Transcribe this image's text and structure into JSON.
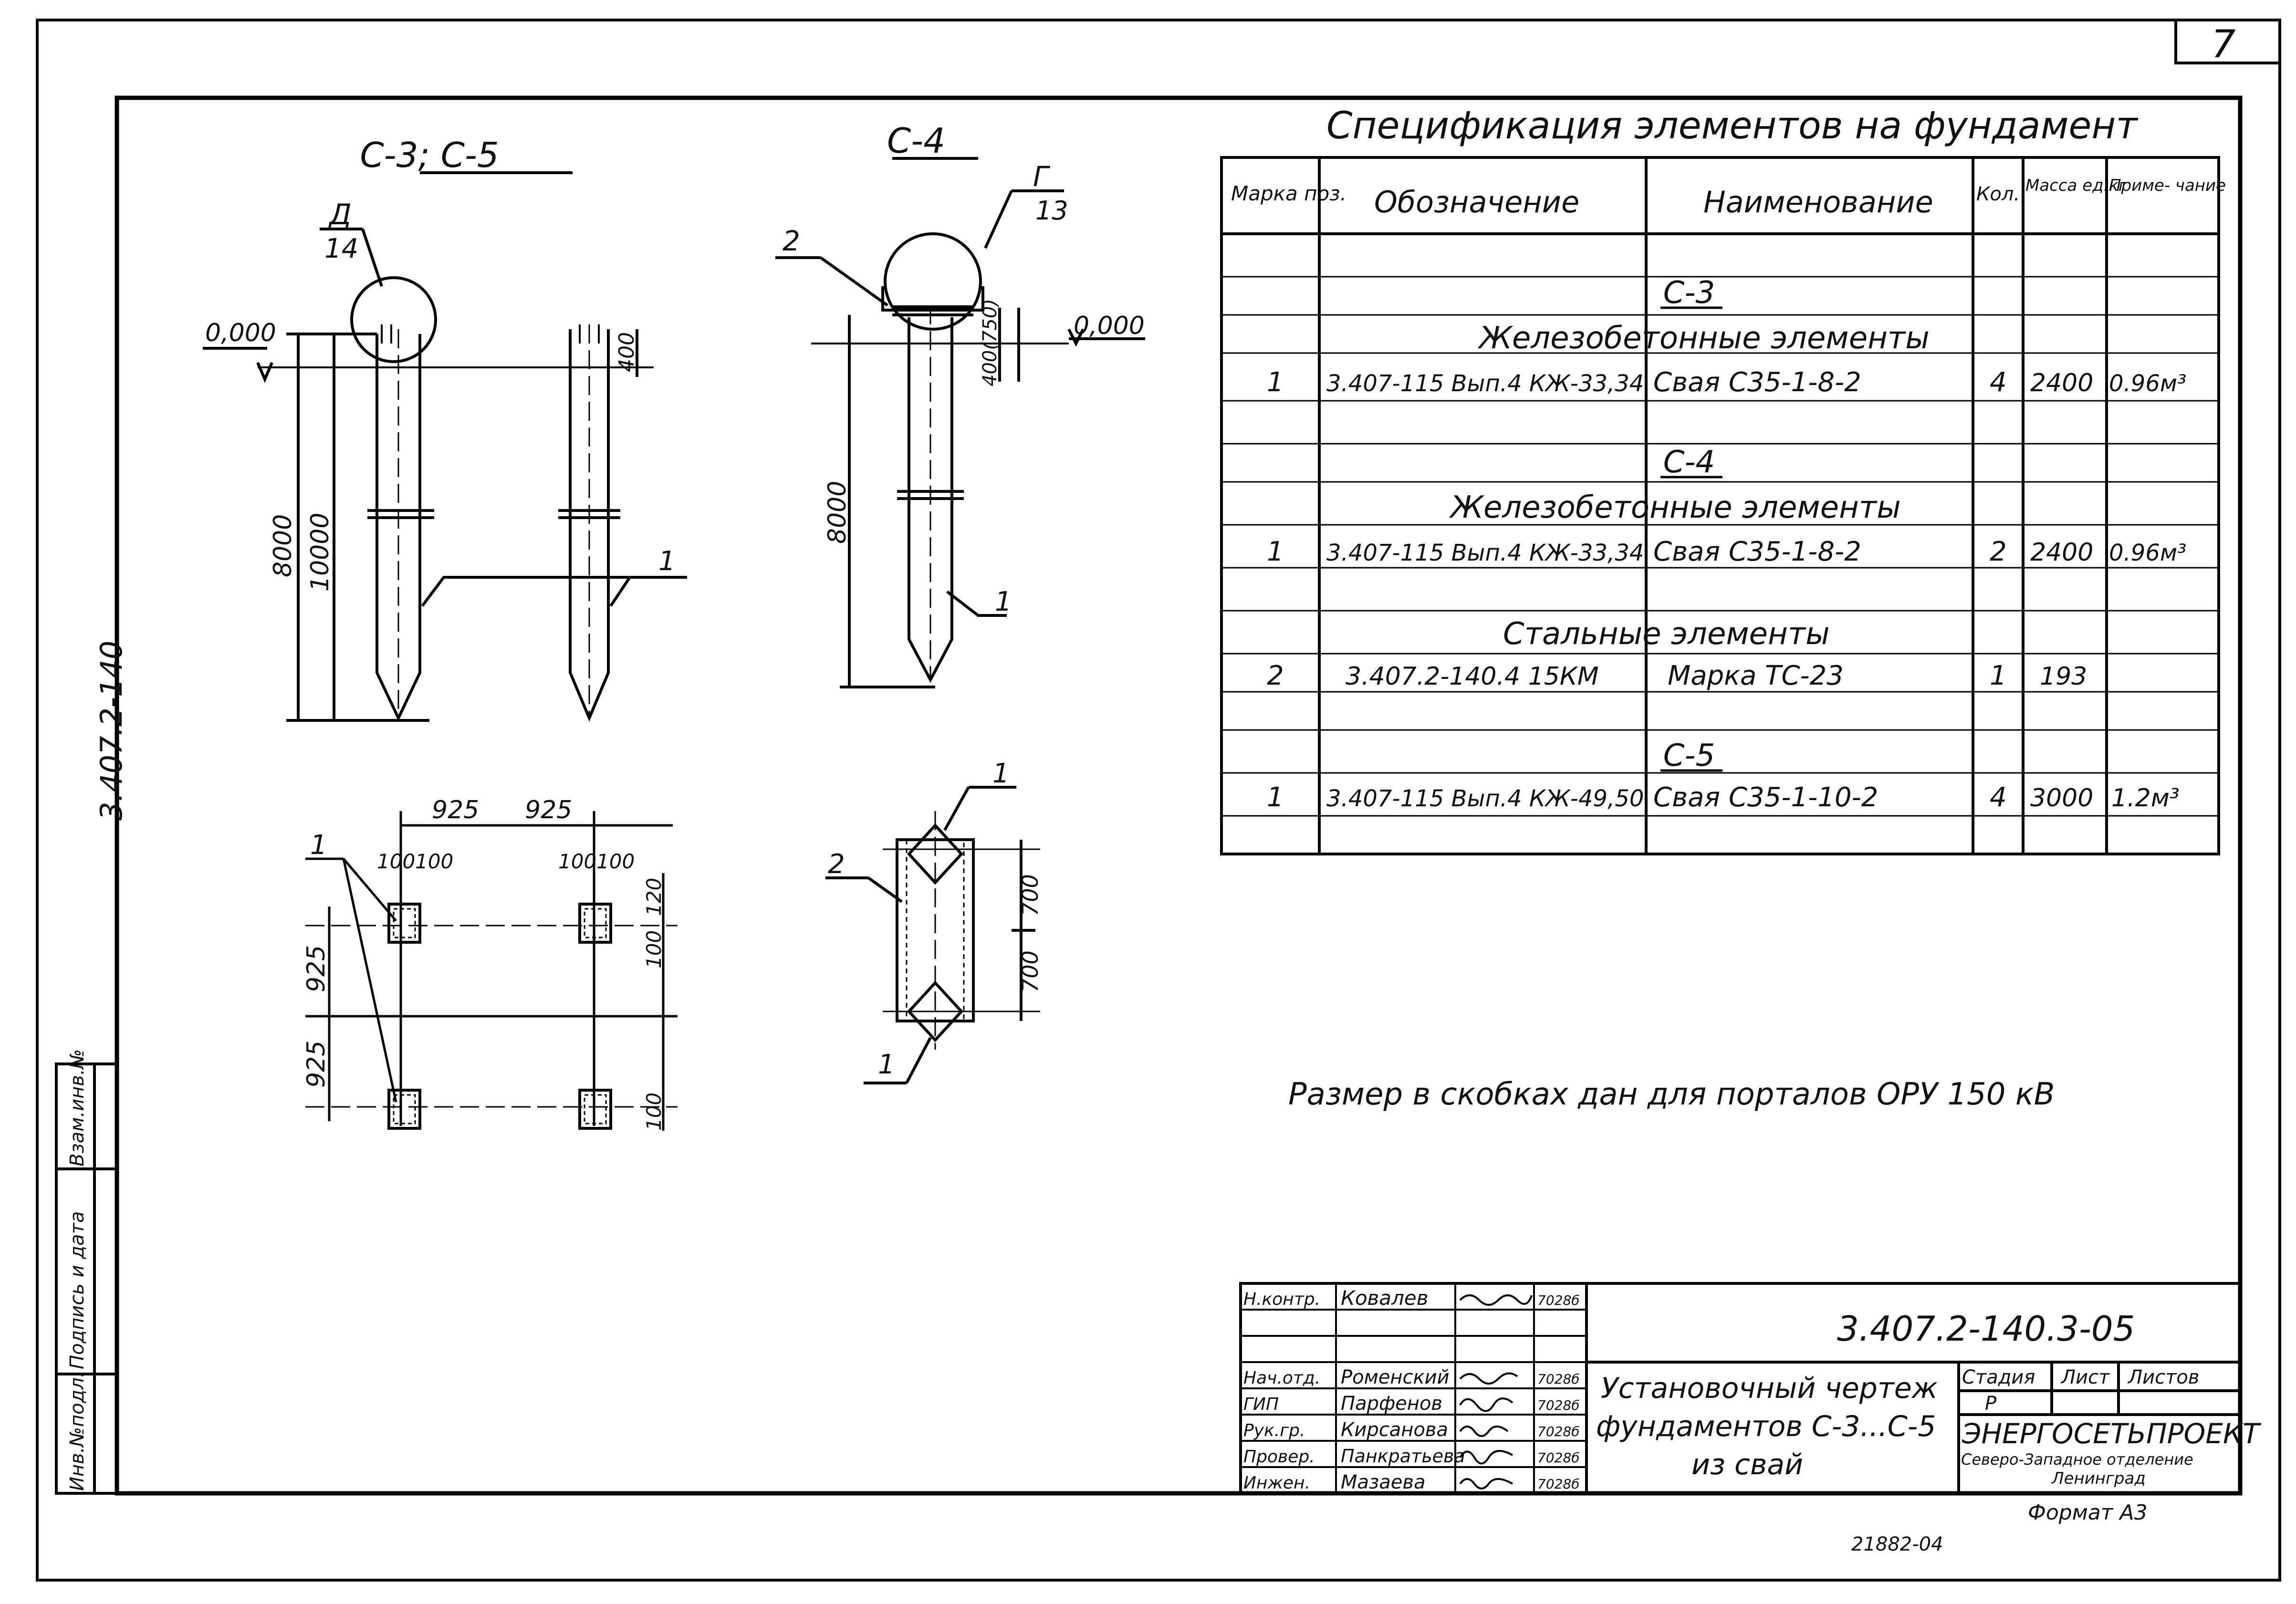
{
  "sheet_number": "7",
  "side_code": "3.407.2-140",
  "side_stamps": [
    "Инв.№подл.",
    "Подпись и дата",
    "Взам.инв.№"
  ],
  "drawings": {
    "c3c5_title": "С-3; С-5",
    "c4_title": "С-4",
    "callout_d": "Д",
    "callout_d_sheet": "14",
    "callout_g": "Г",
    "callout_g_sheet": "13",
    "zero_mark": "0,000",
    "dim_8000": "8000",
    "dim_10000": "10000",
    "dim_400": "400",
    "dim_400_750": "400(750)",
    "pos_1": "1",
    "pos_2": "2",
    "plan_925": "925",
    "plan_100": "100",
    "plan_120": "120",
    "plan_700": "700"
  },
  "spec": {
    "title": "Спецификация элементов на фундамент",
    "headers": [
      "Марка поз.",
      "Обозначение",
      "Наименование",
      "Кол.",
      "Масса ед.кг",
      "Приме- чание"
    ],
    "sections": [
      {
        "type": "group",
        "text": "С-3"
      },
      {
        "type": "sub",
        "text": "Железобетонные элементы"
      },
      {
        "type": "row",
        "cells": [
          "1",
          "3.407-115 Вып.4 КЖ-33,34",
          "Свая С35-1-8-2",
          "4",
          "2400",
          "0.96м³"
        ]
      },
      {
        "type": "group",
        "text": "С-4"
      },
      {
        "type": "sub",
        "text": "Железобетонные элементы"
      },
      {
        "type": "row",
        "cells": [
          "1",
          "3.407-115 Вып.4 КЖ-33,34",
          "Свая С35-1-8-2",
          "2",
          "2400",
          "0.96м³"
        ]
      },
      {
        "type": "sub",
        "text": "Стальные элементы"
      },
      {
        "type": "row",
        "cells": [
          "2",
          "3.407.2-140.4 15КМ",
          "Марка ТС-23",
          "1",
          "193",
          ""
        ]
      },
      {
        "type": "group",
        "text": "С-5"
      },
      {
        "type": "row",
        "cells": [
          "1",
          "3.407-115 Вып.4 КЖ-49,50",
          "Свая С35-1-10-2",
          "4",
          "3000",
          "1.2м³"
        ]
      }
    ]
  },
  "note": "Размер в скобках дан для порталов ОРУ 150 кВ",
  "title_block": {
    "doc_code": "3.407.2-140.3-05",
    "title_lines": [
      "Установочный чертеж",
      "фундаментов С-3...С-5",
      "из свай"
    ],
    "stage_headers": [
      "Стадия",
      "Лист",
      "Листов"
    ],
    "stage": "Р",
    "org_name": "ЭНЕРГОСЕТЬПРОЕКТ",
    "org_branch": "Северо-Западное отделение",
    "org_city": "Ленинград",
    "signers": [
      {
        "role": "Н.контр.",
        "name": "Ковалев",
        "date": "7028б"
      },
      {
        "role": "Нач.отд.",
        "name": "Роменский",
        "date": "7028б"
      },
      {
        "role": "ГИП",
        "name": "Парфенов",
        "date": "7028б"
      },
      {
        "role": "Рук.гр.",
        "name": "Кирсанова",
        "date": "7028б"
      },
      {
        "role": "Провер.",
        "name": "Панкратьева",
        "date": "7028б"
      },
      {
        "role": "Инжен.",
        "name": "Мазаева",
        "date": "7028б"
      }
    ]
  },
  "format": "Формат А3",
  "archive_no": "21882-04"
}
